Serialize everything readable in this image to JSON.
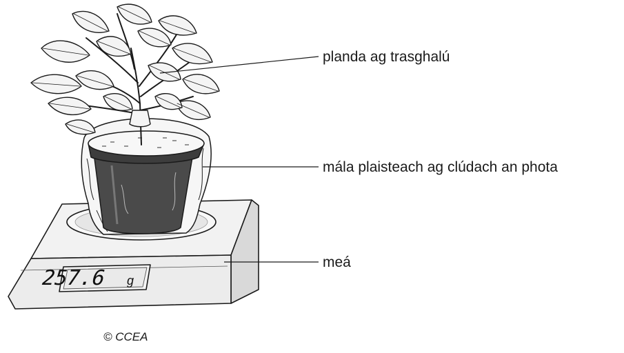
{
  "labels": {
    "plant": "planda ag trasghalú",
    "bag": "mála plaisteach ag clúdach an phota",
    "balance": "meá"
  },
  "display": {
    "reading": "257.6",
    "unit": "g"
  },
  "copyright": "© CCEA",
  "colors": {
    "line": "#1a1a1a",
    "pot": "#4a4a4a",
    "pot_dark": "#333333",
    "leaf": "#f4f4f4",
    "scale": "#f2f2f2",
    "scale_side": "#dcdcdc",
    "soil": "#f7f7f7"
  }
}
